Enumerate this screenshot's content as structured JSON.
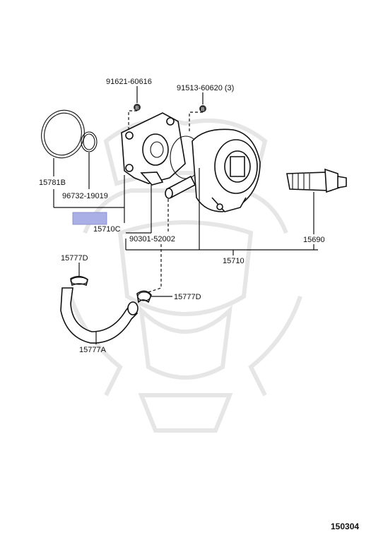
{
  "diagram": {
    "part_labels": {
      "p91621": "91621-60616",
      "p91513": "91513-60620 (3)",
      "p15781B": "15781B",
      "p96732": "96732-19019",
      "p15710C": "15710C",
      "p90301": "90301-52002",
      "p15690": "15690",
      "p15710": "15710",
      "p15777D_top": "15777D",
      "p15777D_right": "15777D",
      "p15777A": "15777A"
    },
    "bolt_markers": {
      "left": "B",
      "right": "B"
    },
    "highlight_color": "#aab0e6",
    "figure_number": "150304"
  }
}
